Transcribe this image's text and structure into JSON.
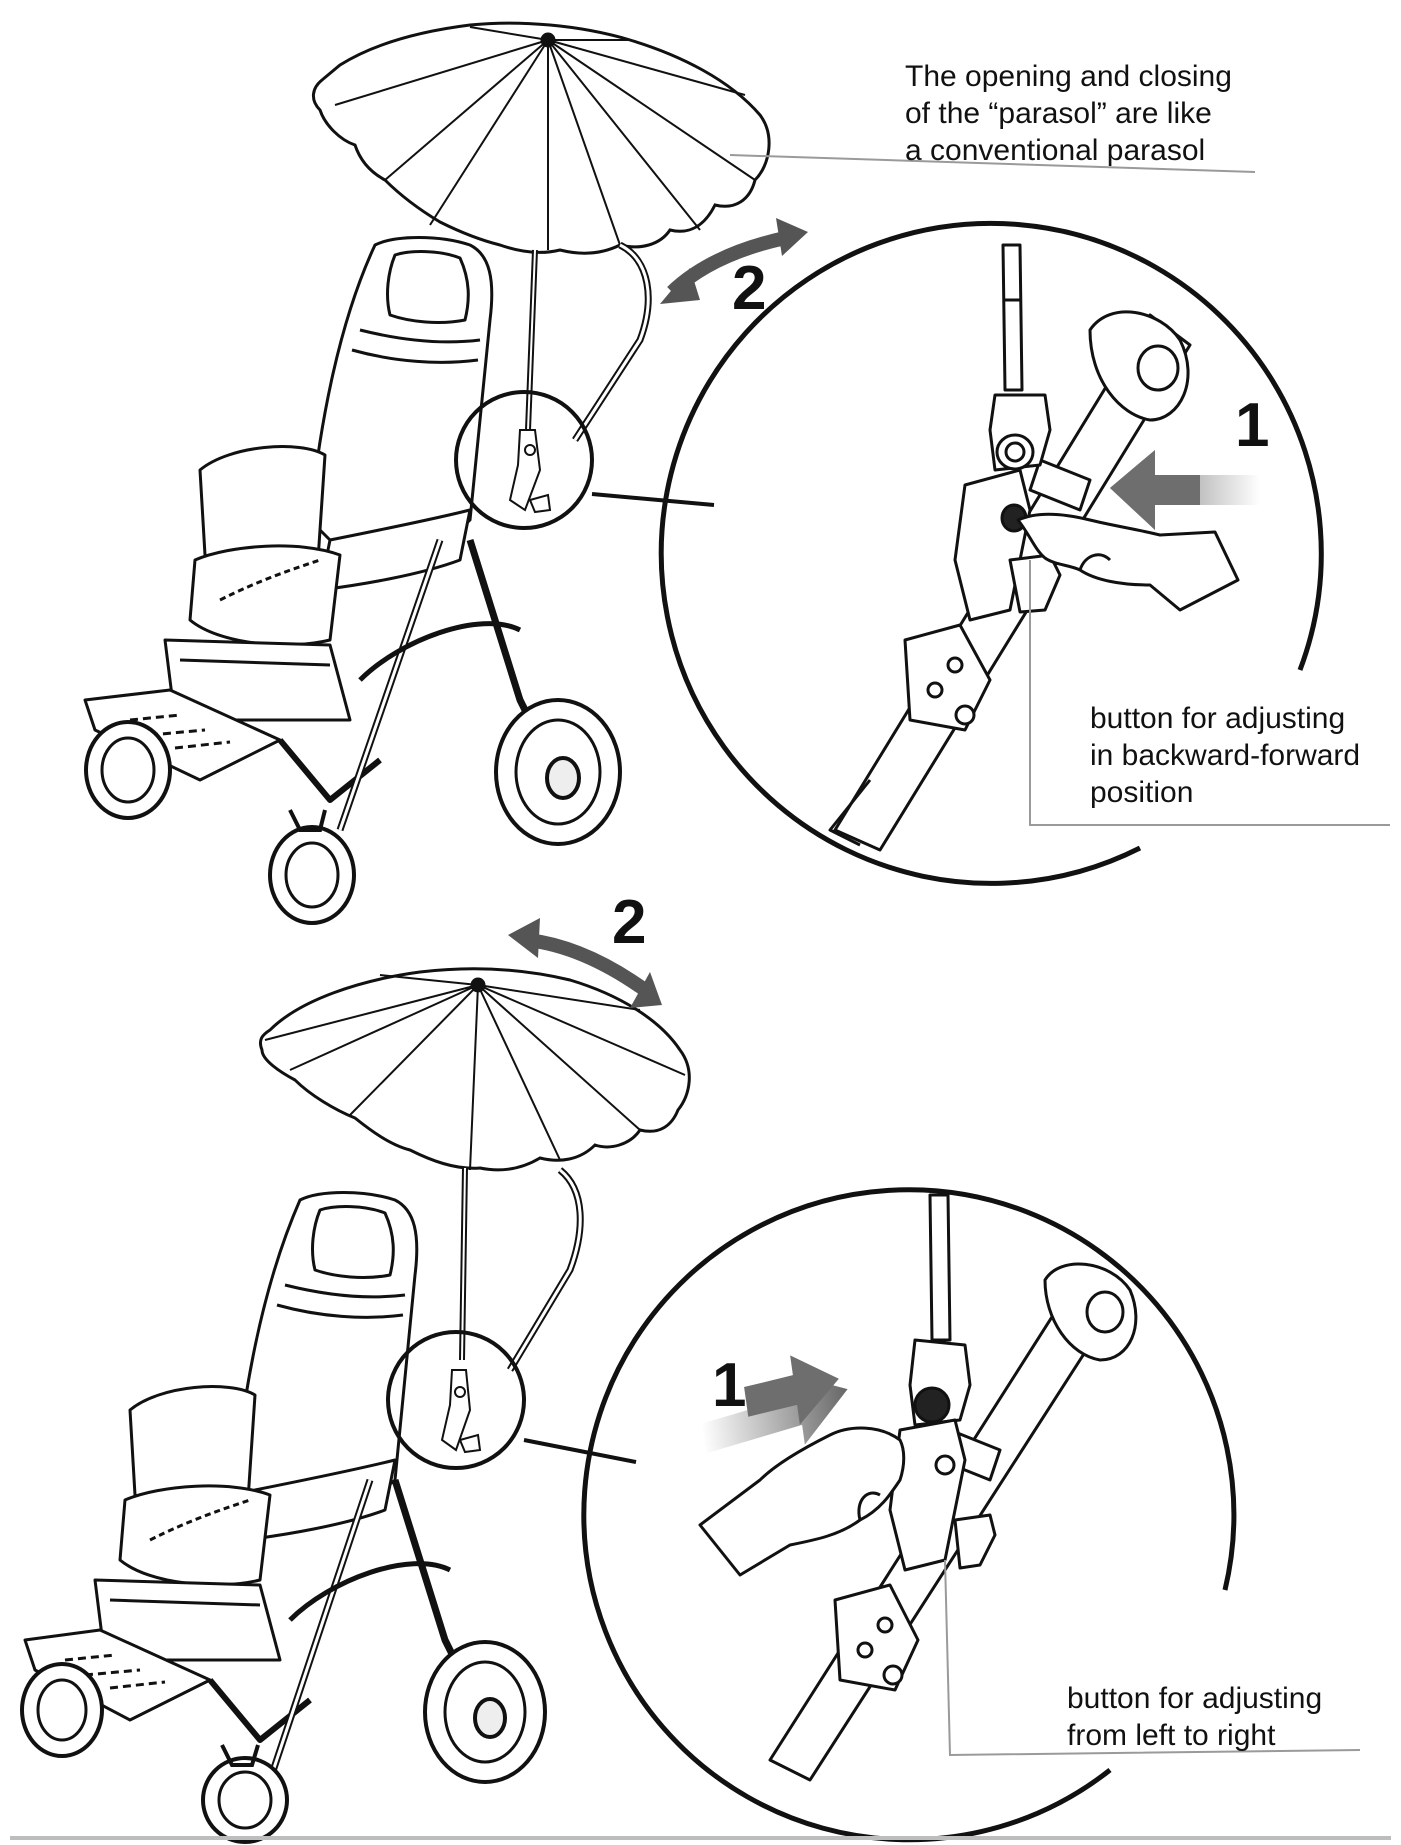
{
  "labels": {
    "parasol": {
      "line1": "The opening and closing",
      "line2": "of the “parasol” are like",
      "line3": "a conventional parasol"
    },
    "backward_forward": {
      "line1": "button for adjusting",
      "line2": "in backward-forward",
      "line3": "position"
    },
    "left_right": {
      "line1": "button for adjusting",
      "line2": "from left to right"
    }
  },
  "steps": {
    "top_rotate": "2",
    "top_press": "1",
    "bottom_rotate": "2",
    "bottom_press": "1"
  },
  "colors": {
    "ink": "#111111",
    "arrow_gray": "#6e6e6e",
    "leader_gray": "#9a9a9a"
  }
}
